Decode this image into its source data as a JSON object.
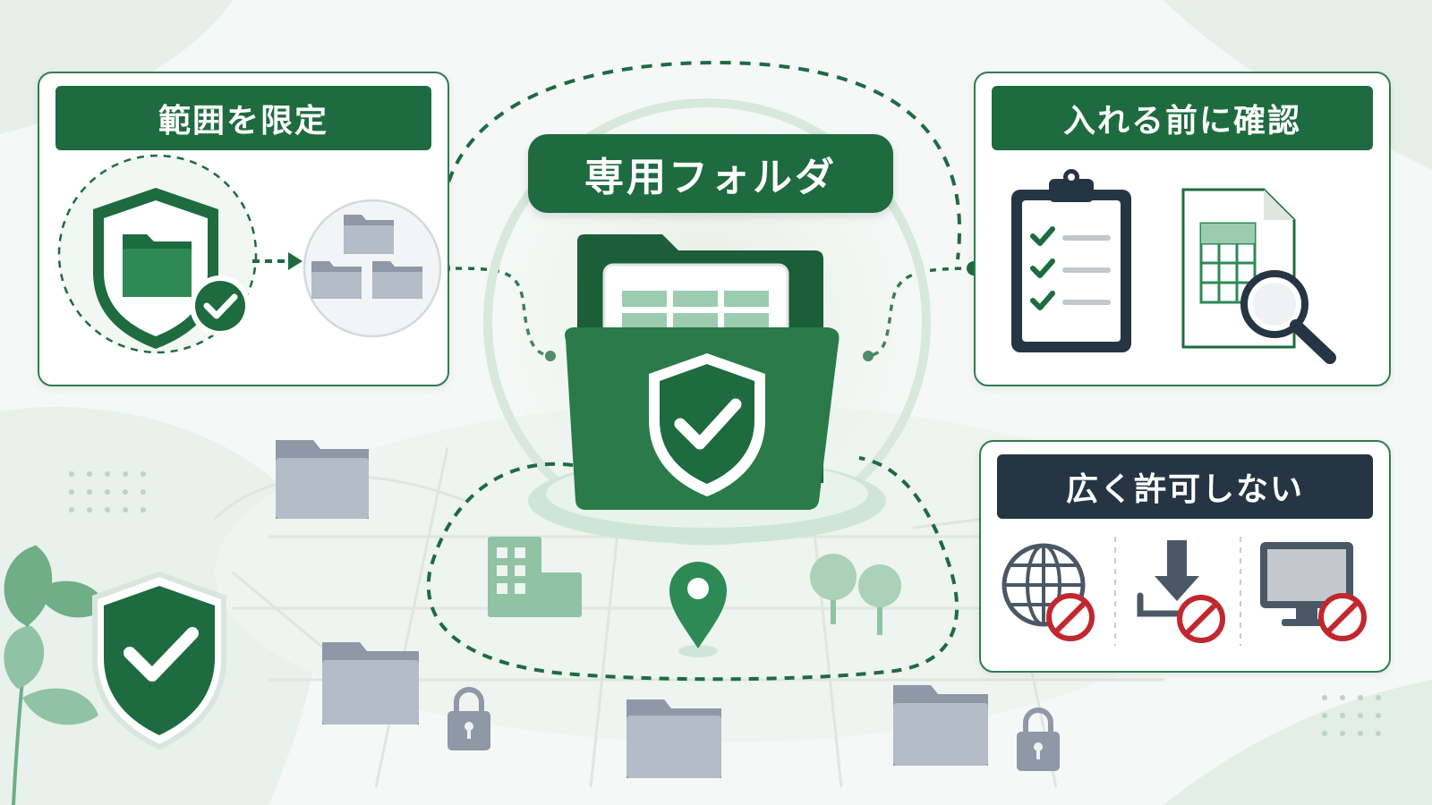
{
  "center": {
    "label": "専用フォルダ"
  },
  "cards": {
    "limit_scope": {
      "title": "範囲を限定"
    },
    "check_before": {
      "title": "入れる前に確認"
    },
    "no_wide_permission": {
      "title": "広く許可しない"
    }
  },
  "colors": {
    "primary_green": "#1e6b3f",
    "light_green": "#cfe6d7",
    "navy": "#263544",
    "gray_folder": "#9aa3b0",
    "prohibit_red": "#c0282e"
  },
  "icons": {
    "limit_scope": [
      "shield-folder-icon",
      "check-icon",
      "arrow-right-icon",
      "folder-group-icon"
    ],
    "check_before": [
      "clipboard-checklist-icon",
      "spreadsheet-magnifier-icon"
    ],
    "no_wide_permission": [
      "globe-prohibited-icon",
      "download-prohibited-icon",
      "monitor-prohibited-icon"
    ]
  }
}
